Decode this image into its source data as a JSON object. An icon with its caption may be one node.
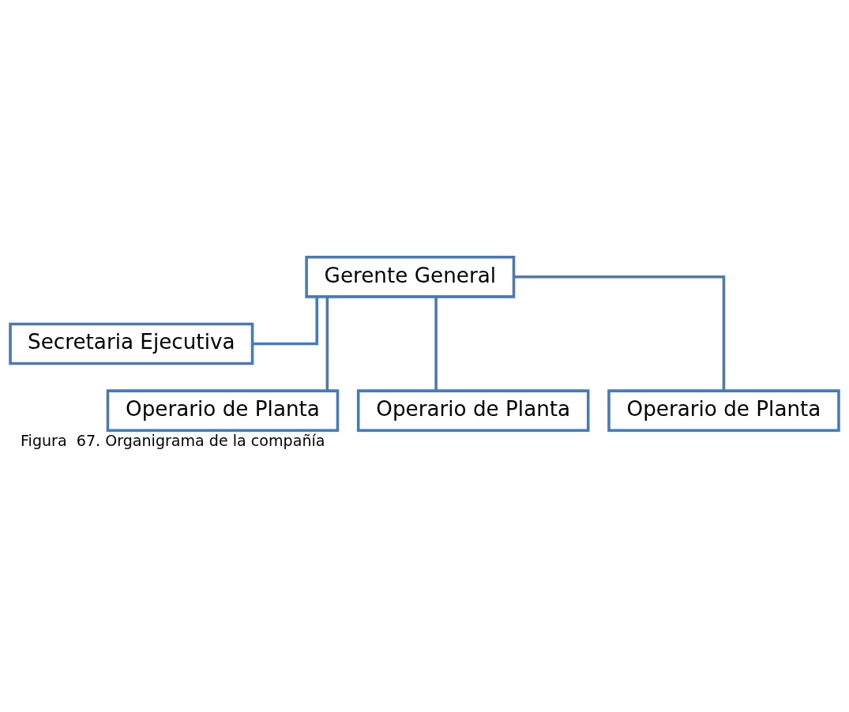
{
  "diagram": {
    "caption": "Figura  67. Organigrama de la compañía",
    "nodes": [
      {
        "text": [
          "Gerente General"
        ]
      },
      {
        "text": [
          "Secretaria Ejecutiva"
        ]
      },
      {
        "text": [
          "Operario de Planta"
        ]
      },
      {
        "text": [
          "Operario de Planta"
        ]
      },
      {
        "text": [
          "Operario de Planta"
        ]
      }
    ],
    "edges": [
      {
        "from": 0,
        "to": 1,
        "arrow": "none"
      },
      {
        "from": 0,
        "to": 2,
        "arrow": "none"
      },
      {
        "from": 0,
        "to": 3,
        "arrow": "none"
      },
      {
        "from": 0,
        "to": 4,
        "arrow": "none"
      }
    ]
  }
}
